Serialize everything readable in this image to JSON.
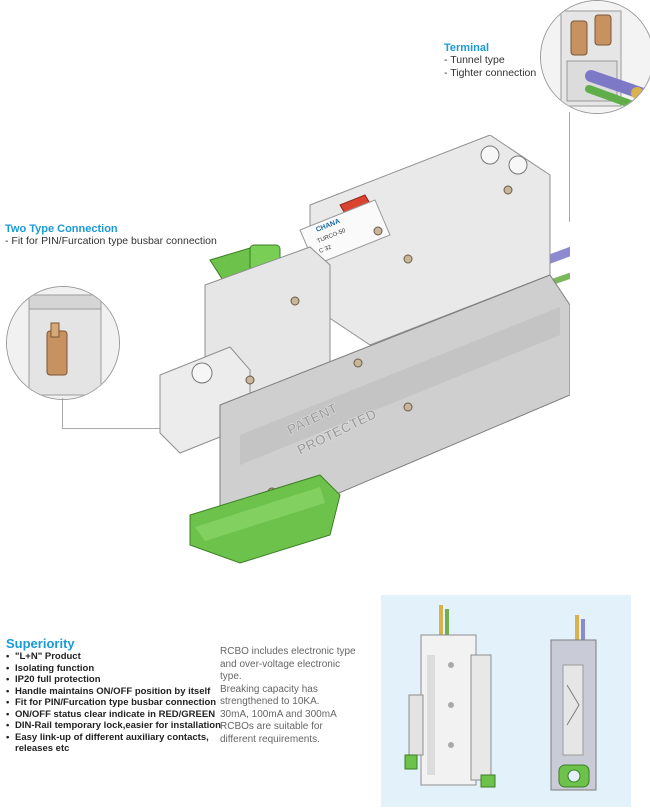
{
  "terminal": {
    "title": "Terminal",
    "lines": [
      "- Tunnel type",
      "- Tighter connection"
    ]
  },
  "connection": {
    "title": "Two Type Connection",
    "lines": [
      "- Fit for PIN/Furcation type busbar connection"
    ]
  },
  "device": {
    "brand": "CHANA",
    "model": "TURCO-50",
    "rating": "C 32",
    "emboss_line1": "PATENT",
    "emboss_line2": "PROTECTED"
  },
  "superiority": {
    "title": "Superiority",
    "items": [
      "\"L+N\" Product",
      "Isolating function",
      "IP20 full protection",
      "Handle maintains ON/OFF position by itself",
      "Fit for PIN/Furcation type busbar connection",
      "ON/OFF status clear indicate in RED/GREEN",
      "DIN-Rail temporary lock,easier for installation",
      "Easy link-up of different auxiliary contacts,",
      "releases etc"
    ]
  },
  "description": {
    "lines": [
      "RCBO includes electronic type",
      "and over-voltage electronic",
      "type.",
      "Breaking capacity has",
      "strengthened to 10KA.",
      "30mA, 100mA and 300mA",
      "RCBOs are suitable for",
      "different requirements."
    ]
  },
  "colors": {
    "accent": "#1a9ad6",
    "handle_green": "#6cc24a",
    "indicator_red": "#d9432f",
    "panel_blue": "#e3f1fa"
  }
}
